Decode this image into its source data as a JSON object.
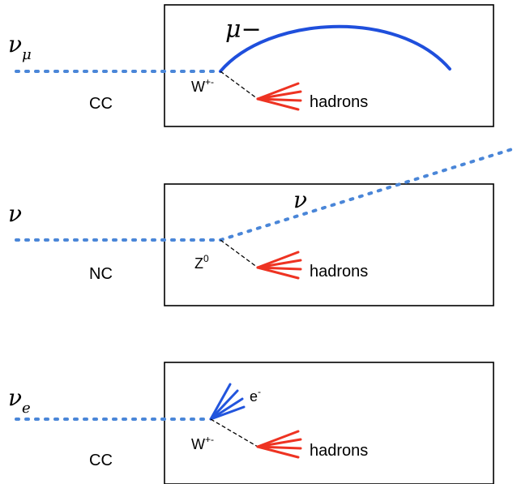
{
  "panels": [
    {
      "neutrino": "ν",
      "neutrino_sub": "μ",
      "current": "CC",
      "boson": "W",
      "boson_sup": "+-",
      "hadrons": "hadrons",
      "outgoing": "μ−",
      "outgoing_sup": ""
    },
    {
      "neutrino": "ν",
      "neutrino_sub": "",
      "current": "NC",
      "boson": "Z",
      "boson_sup": "0",
      "hadrons": "hadrons",
      "outgoing": "ν",
      "outgoing_sup": ""
    },
    {
      "neutrino": "ν",
      "neutrino_sub": "e",
      "current": "CC",
      "boson": "W",
      "boson_sup": "+-",
      "hadrons": "hadrons",
      "outgoing": "e",
      "outgoing_sup": "-"
    }
  ],
  "colors": {
    "neutrino_beam": "#4a86d8",
    "lepton_track": "#1f4fdc",
    "hadron_jet": "#ee3322",
    "electron_shower": "#2255dd"
  }
}
